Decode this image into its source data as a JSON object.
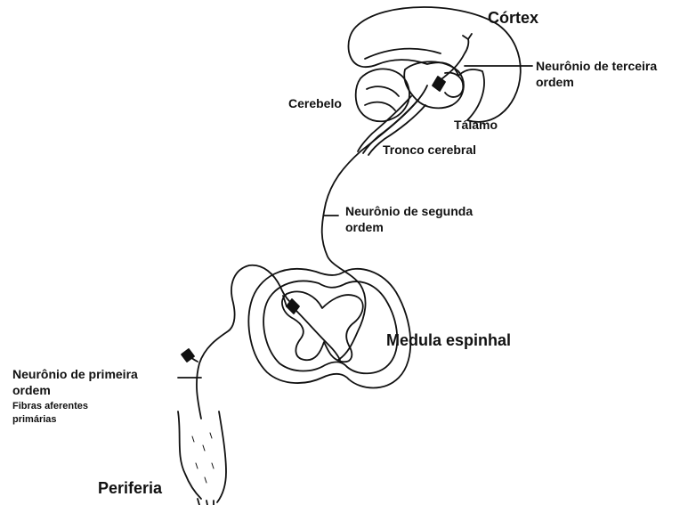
{
  "labels": {
    "cortex": "Córtex",
    "third_order_line1": "Neurônio de terceira",
    "third_order_line2": "ordem",
    "cerebellum": "Cerebelo",
    "thalamus": "Tálamo",
    "brainstem": "Tronco cerebral",
    "second_order_line1": "Neurônio de segunda",
    "second_order_line2": "ordem",
    "spinal_cord": "Medula espinhal",
    "first_order_line1": "Neurônio de primeira",
    "first_order_line2": "ordem",
    "afferent_line1": "Fibras aferentes",
    "afferent_line2": "primárias",
    "periphery": "Periferia"
  },
  "colors": {
    "ink": "#111111",
    "background": "#ffffff"
  }
}
